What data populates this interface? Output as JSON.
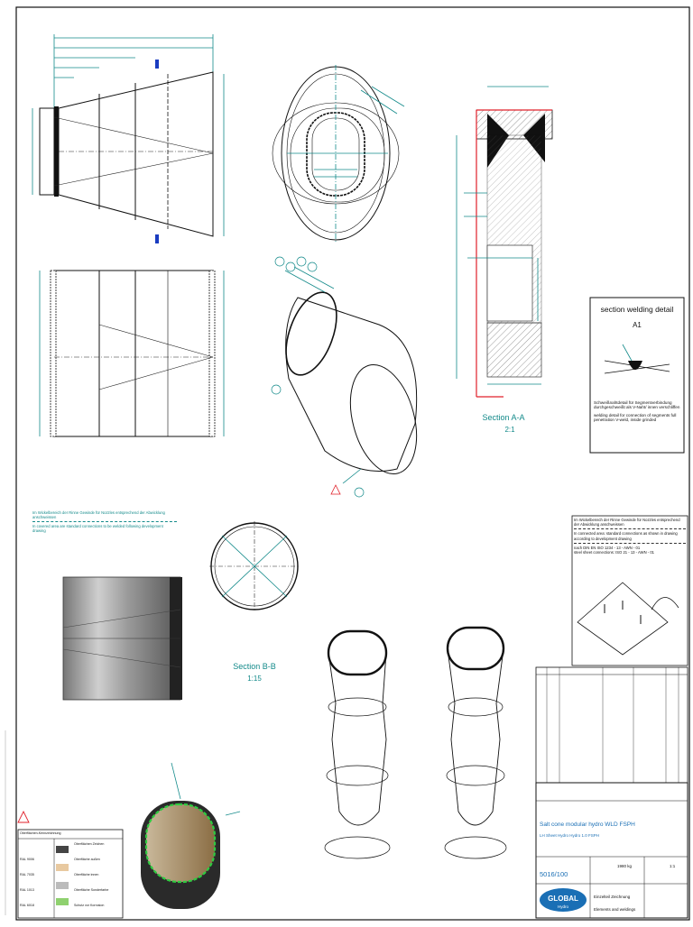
{
  "drawing": {
    "section_aa": {
      "title": "Section A-A",
      "scale": "2:1"
    },
    "section_bb": {
      "title": "Section B-B",
      "scale": "1:15"
    },
    "weld_detail": {
      "title": "section welding detail",
      "subtitle": "A1",
      "note_de": "Schweißnahtdetail für Segmentverbindung durchgeschweißt als V-Naht/ innen verschliffen",
      "note_en": "welding detail for connection of segments full penetration V-weld, inside grinded"
    },
    "note_block_left": {
      "de": "Im Wickelbereich der Rinne Gewinde für Nozzles entsprechend der Abwicklung anschweissen",
      "en": "In covered area are standard connections to be welded following development drawing"
    },
    "note_block_right": {
      "de": "Im Wickelbereich der Rinne Gewinde für Nozzles entsprechend der Abwicklung anschweissen",
      "en": "In connected area: standard connections as shown in drawing according to development drawing",
      "std1": "nach DIN EN ISO 1234 - 13 - AWN - 01",
      "std2": "steel sheet connections: ISO 21 - 13 - AWN - 01"
    },
    "title_block": {
      "project_title": "Salt cone modular hydro WLD FSPH",
      "subtitle": "LH Sheet Hydro Hydro 1.0 FSPH",
      "drawing_number": "5016/100",
      "weight": "1980 kg",
      "sheet": "1:1",
      "company": "GLOBAL",
      "company_sub": "Hydro",
      "desc_de": "Einzelteil Zeichnung",
      "desc_en": "Elements and weldings"
    },
    "coating_table": {
      "title": "Oberflächen-Kennzeichnung",
      "rows": [
        {
          "code": "",
          "label": "Oberflächen Zeichen"
        },
        {
          "code": "RAL 9006",
          "label": "Oberfläche außen"
        },
        {
          "code": "RAL 7035",
          "label": "Oberfläche innen"
        },
        {
          "code": "RAL 1013",
          "label": "Oberfläche Sonderfarbe"
        },
        {
          "code": "RAL 6018",
          "label": "Schutz vor Korrosion"
        }
      ]
    },
    "warning_symbol": "warning-triangle-icon",
    "colors": {
      "dimension": "#138a8a",
      "line": "#111111",
      "section": "#e0202a",
      "weld_green": "#2ecc40",
      "brand_blue": "#1a6fb5"
    }
  }
}
